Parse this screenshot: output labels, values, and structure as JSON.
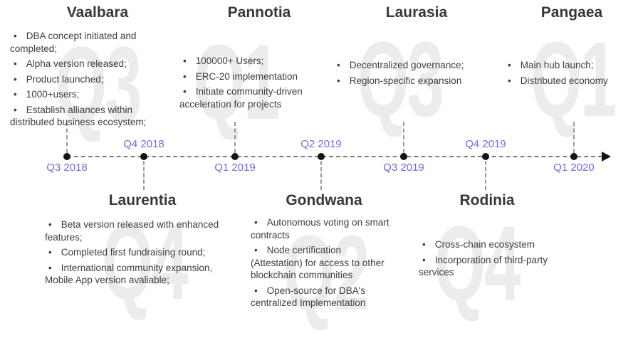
{
  "ui": {
    "bullet_char": "•"
  },
  "colors": {
    "accent_date": "#7765e8",
    "watermark": "#ececec",
    "axis_line": "#7f7f7f",
    "connector": "#9b9b9b",
    "dot": "#141414",
    "heading": "#383838",
    "body_text": "#3d3d3d"
  },
  "watermarks": [
    "Q3",
    "Q1",
    "Q3",
    "Q1",
    "Q4",
    "Q2",
    "Q4"
  ],
  "sections": {
    "top": [
      {
        "name": "Vaalbara",
        "bullets": [
          "DBA concept initiated and completed;",
          "Alpha version released;",
          "Product launched;",
          "1000+users;",
          "Establish alliances within distributed business ecosystem;"
        ]
      },
      {
        "name": "Pannotia",
        "bullets": [
          "100000+ Users;",
          "ERC-20 implementation",
          "Initiate community-driven acceleration for projects"
        ]
      },
      {
        "name": "Laurasia",
        "bullets": [
          "Decentralized governance;",
          "Region-specific expansion"
        ]
      },
      {
        "name": "Pangaea",
        "bullets": [
          "Main hub launch;",
          "Distributed economy"
        ]
      }
    ],
    "bottom": [
      {
        "name": "Laurentia",
        "bullets": [
          "Beta version released with enhanced features;",
          "Completed first fundraising round;",
          "International community expansion, Mobile App version avaliable;"
        ]
      },
      {
        "name": "Gondwana",
        "bullets": [
          "Autonomous voting on smart contracts",
          "Node certification (Attestation) for access to other blockchain communities",
          "Open-source for DBA's centralized Implementation"
        ]
      },
      {
        "name": "Rodinia",
        "bullets": [
          "Cross-chain ecosystem",
          "Incorporation of third-party services"
        ]
      }
    ]
  },
  "timeline": {
    "milestones": [
      {
        "label": "Q3 2018",
        "position": "below"
      },
      {
        "label": "Q4 2018",
        "position": "above"
      },
      {
        "label": "Q1 2019",
        "position": "below"
      },
      {
        "label": "Q2 2019",
        "position": "above"
      },
      {
        "label": "Q3 2019",
        "position": "below"
      },
      {
        "label": "Q4 2019",
        "position": "above"
      },
      {
        "label": "Q1 2020",
        "position": "below"
      }
    ]
  }
}
